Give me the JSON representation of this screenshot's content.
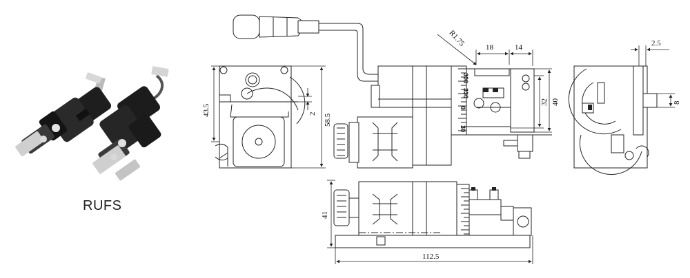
{
  "product": {
    "name": "RUFS"
  },
  "dimensions": {
    "radius": "R1.75",
    "d18": "18",
    "d14": "14",
    "d2_5": "2.5",
    "d43_5": "43.5",
    "d58_5": "58.5",
    "d2": "2",
    "d32": "32",
    "d40": "40",
    "d8": "8",
    "d41": "41",
    "d112_5": "112.5"
  },
  "scale": {
    "t300": "300",
    "t330": "330",
    "t0": "0",
    "t30": "30"
  },
  "colors": {
    "line": "#222222",
    "body": "#1c1c1c",
    "accent": "#6b6b6b",
    "label": "#c9c9c9"
  }
}
